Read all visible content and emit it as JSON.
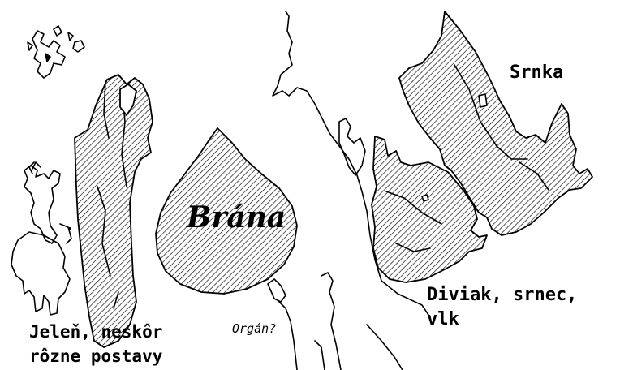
{
  "labels": {
    "brana": "Brána",
    "srnka": "Srnka",
    "diviak_line1": "Diviak, srnec,",
    "diviak_line2": "vlk",
    "organ": "Orgán?",
    "jelen_line1": "Jeleň, neskôr",
    "jelen_line2": "rôzne postavy"
  },
  "colors": {
    "ink": "#000000",
    "background": "#ffffff"
  }
}
